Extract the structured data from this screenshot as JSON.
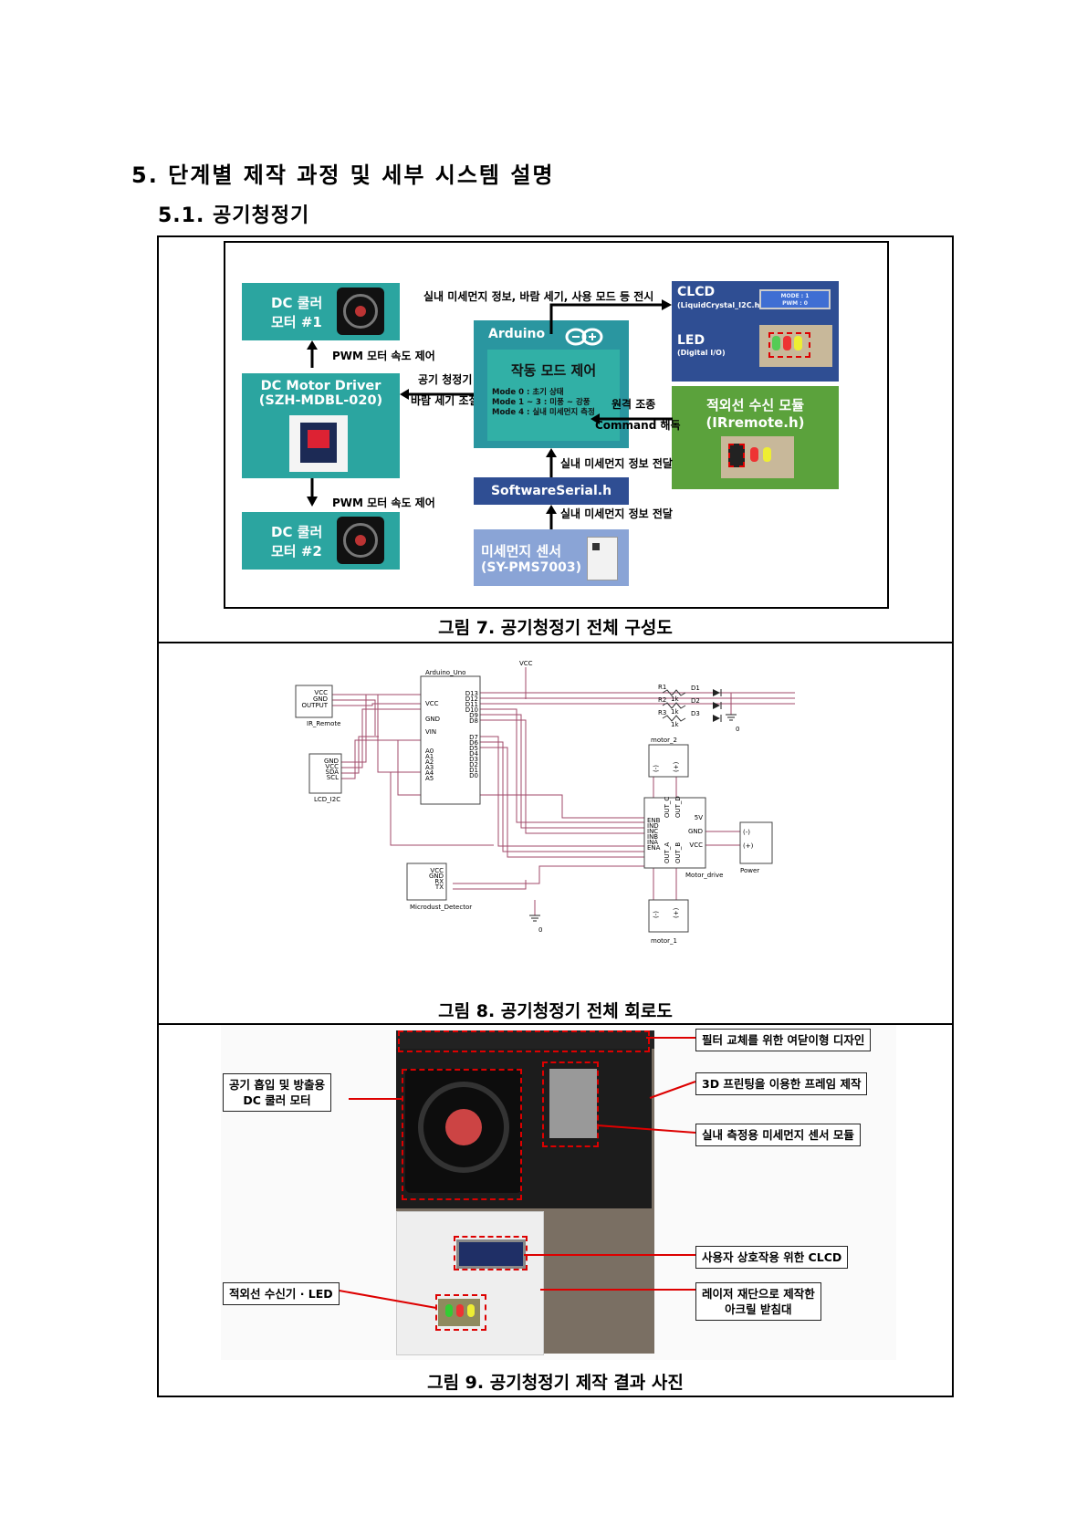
{
  "heading_main": "5. 단계별 제작 과정 및 세부 시스템 설명",
  "heading_sub": "5.1. 공기청정기",
  "figure7": {
    "caption": "그림 7. 공기청정기 전체 구성도",
    "fan1_title": "DC 쿨러",
    "fan1_sub": "모터 #1",
    "fan2_title": "DC 쿨러",
    "fan2_sub": "모터 #2",
    "driver_title": "DC Motor Driver",
    "driver_sub": "(SZH-MDBL-020)",
    "pwm1": "PWM 모터 속도 제어",
    "pwm2": "PWM 모터 속도 제어",
    "arduino_label": "Arduino",
    "mode_title": "작동 모드 제어",
    "mode_lines": [
      "Mode 0 : 초기 상태",
      "Mode 1 ~ 3 : 미풍 ~ 강풍",
      "Mode 4 : 실내 미세먼지 측정"
    ],
    "airpurifier_line1": "공기 청정기",
    "airpurifier_line2": "바람 세기 조절",
    "display_info": "실내 미세먼지 정보, 바람 세기, 사용 모드 등 전시",
    "clcd_title": "CLCD",
    "clcd_sub": "(LiquidCrystal_I2C.h)",
    "led_title": "LED",
    "led_sub": "(Digital I/O)",
    "ir_title": "적외선 수신 모듈",
    "ir_sub": "(IRremote.h)",
    "remote1": "원격 조종",
    "remote2": "Command 해독",
    "serial_label": "SoftwareSerial.h",
    "transfer1": "실내 미세먼지 정보 전달",
    "transfer2": "실내 미세먼지 정보 전달",
    "sensor_title": "미세먼지 센서",
    "sensor_sub": "(SY-PMS7003)",
    "lcd_screen": [
      "MODE : 1",
      "PWM : 0"
    ]
  },
  "figure8": {
    "caption": "그림 8. 공기청정기 전체 회로도",
    "arduino_name": "Arduino_Uno",
    "vcc_top": "VCC",
    "arduino_left": [
      "VCC",
      "GND",
      "VIN",
      "A0",
      "A1",
      "A2",
      "A3",
      "A4",
      "A5"
    ],
    "arduino_right": [
      "D13",
      "D12",
      "D11",
      "D10",
      "D9",
      "D8",
      "D7",
      "D6",
      "D5",
      "D4",
      "D3",
      "D2",
      "D1",
      "D0"
    ],
    "ir_pins": [
      "VCC",
      "GND",
      "OUTPUT"
    ],
    "ir_name": "IR_Remote",
    "lcd_pins": [
      "GND",
      "VCC",
      "SDA",
      "SCL"
    ],
    "lcd_name": "LCD_I2C",
    "dust_pins": [
      "VCC",
      "GND",
      "RX",
      "TX"
    ],
    "dust_name": "Microdust_Detector",
    "resistors": [
      "R1",
      "R2",
      "R3"
    ],
    "res_value": "1k",
    "diodes": [
      "D1",
      "D2",
      "D3"
    ],
    "ground": "0",
    "motor2": "motor_2",
    "motor1": "motor_1",
    "driver_left": [
      "ENB",
      "IND",
      "INC",
      "INB",
      "INA",
      "ENA"
    ],
    "driver_right": [
      "5V",
      "GND",
      "VCC"
    ],
    "driver_top": [
      "OUT_C",
      "OUT_D"
    ],
    "driver_bottom": [
      "OUT_A",
      "OUT_B"
    ],
    "driver_name": "Motor_drive",
    "power_pins": [
      "(-)",
      "(+)"
    ],
    "power_name": "Power",
    "motor_terms": [
      "(-)",
      "(+)"
    ]
  },
  "figure9": {
    "caption": "그림 9. 공기청정기 제작 결과 사진",
    "callouts": {
      "fan": [
        "공기 흡입 및 방출용",
        "DC 쿨러 모터"
      ],
      "ir_led": "적외선 수신기 · LED",
      "filter": "필터 교체를 위한 여닫이형 디자인",
      "frame": "3D 프린팅을 이용한 프레임 제작",
      "sensor": "실내 측정용 미세먼지 센서 모듈",
      "clcd": "사용자 상호작용 위한 CLCD",
      "acrylic": [
        "레이저 재단으로 제작한",
        "아크릴 받침대"
      ]
    }
  }
}
